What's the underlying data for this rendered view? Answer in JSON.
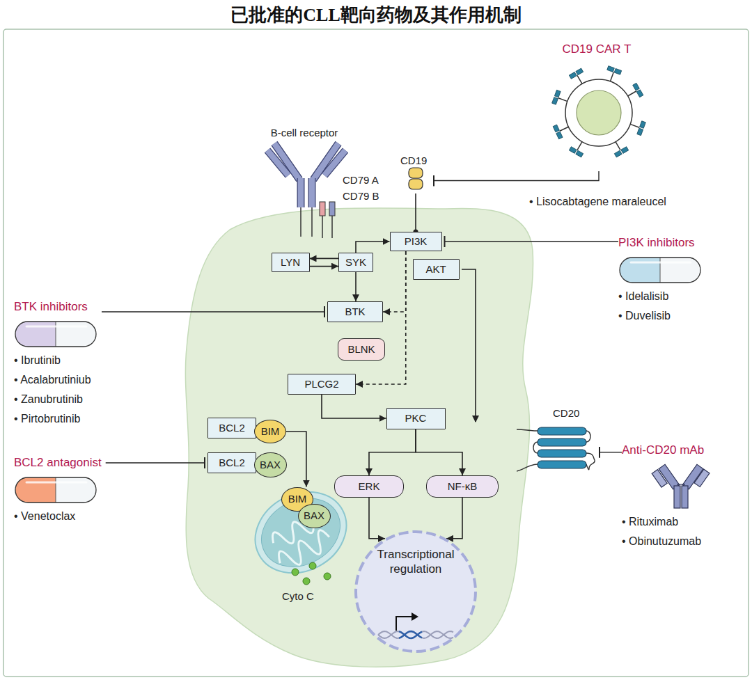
{
  "diagram": {
    "title": "已批准的CLL靶向药物及其作用机制",
    "nodes": [
      {
        "text": [
          "CD19 CAR T"
        ]
      },
      {
        "text": [
          "B-cell receptor"
        ]
      },
      {
        "text": [
          "CD19"
        ]
      },
      {
        "text": [
          "PI3K"
        ]
      },
      {
        "text": [
          "LYN"
        ]
      },
      {
        "text": [
          "SYK"
        ]
      },
      {
        "text": [
          "AKT"
        ]
      },
      {
        "text": [
          "BTK"
        ]
      },
      {
        "text": [
          "BLNK"
        ]
      },
      {
        "text": [
          "PLCG2"
        ]
      },
      {
        "text": [
          "BCL2"
        ]
      },
      {
        "text": [
          "BIM"
        ]
      },
      {
        "text": [
          "PKC"
        ]
      },
      {
        "text": [
          "BCL2"
        ]
      },
      {
        "text": [
          "BAX"
        ]
      },
      {
        "text": [
          "ERK"
        ]
      },
      {
        "text": [
          "NF-κB"
        ]
      },
      {
        "text": [
          "BIM"
        ]
      },
      {
        "text": [
          "BAX"
        ]
      },
      {
        "text": [
          "Transcriptional regulation"
        ]
      },
      {
        "text": [
          "CD20"
        ]
      },
      {
        "text": [
          "BTK inhibitors",
          "• Ibrutinib",
          "• Acalabrutiniub",
          "• Zanubrutinib",
          "• Pirtobrutinib"
        ]
      },
      {
        "text": [
          "BCL2 antagonist",
          "• Venetoclax"
        ]
      },
      {
        "text": [
          "PI3K inhibitors",
          "• Idelalisib",
          "• Duvelisib"
        ]
      },
      {
        "text": [
          "Anti-CD20 mAb",
          "• Rituximab",
          "• Obinutuzumab"
        ]
      }
    ],
    "edges": [
      {
        "from": 5,
        "to": 4,
        "arrow": "to"
      },
      {
        "from": 4,
        "to": 5,
        "arrow": "to"
      },
      {
        "from": 5,
        "to": 3,
        "arrow": "to"
      },
      {
        "from": 5,
        "to": 7,
        "arrow": "to"
      },
      {
        "from": 3,
        "to": 7,
        "arrow": "to"
      },
      {
        "from": 3,
        "to": 9,
        "arrow": "to"
      },
      {
        "from": 2,
        "to": 3,
        "arrow": "none"
      },
      {
        "from": 9,
        "to": 12,
        "arrow": "to"
      },
      {
        "from": 12,
        "to": 15,
        "arrow": "to"
      },
      {
        "from": 12,
        "to": 16,
        "arrow": "to"
      },
      {
        "from": 15,
        "to": 19,
        "arrow": "to"
      },
      {
        "from": 16,
        "to": 19,
        "arrow": "to"
      },
      {
        "from": 11,
        "to": 17,
        "arrow": "to"
      },
      {
        "from": 21,
        "to": 7,
        "arrow": "to"
      },
      {
        "from": 22,
        "to": 13,
        "arrow": "to"
      },
      {
        "from": 23,
        "to": 3,
        "arrow": "to"
      },
      {
        "from": 0,
        "to": 2,
        "arrow": "to"
      },
      {
        "from": 24,
        "to": 20,
        "arrow": "to"
      }
    ],
    "labels": [
      "CD79 A",
      "CD79 B",
      "• Lisocabtagene maraleucel",
      "Cyto C"
    ]
  }
}
